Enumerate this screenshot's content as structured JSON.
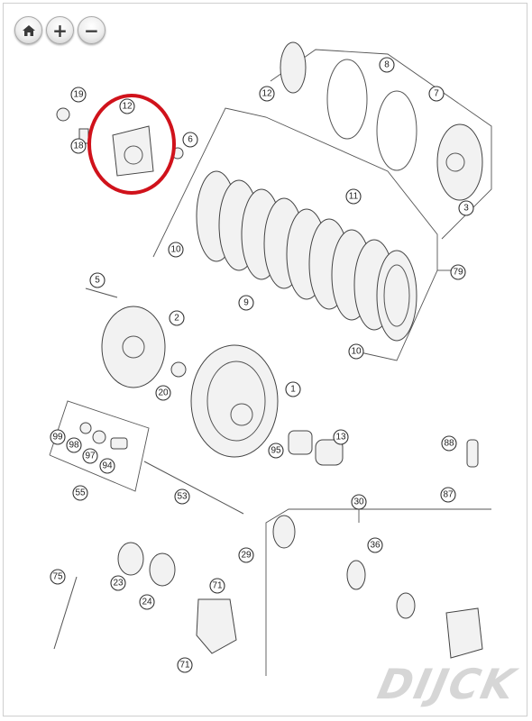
{
  "toolbar": {
    "buttons": [
      {
        "name": "home",
        "icon": "home-icon"
      },
      {
        "name": "zoom-in",
        "icon": "plus-icon",
        "glyph": "+"
      },
      {
        "name": "zoom-out",
        "icon": "minus-icon",
        "glyph": "−"
      }
    ]
  },
  "diagram": {
    "highlight_color": "#d0121b",
    "callouts": [
      "19",
      "12",
      "18",
      "6",
      "12",
      "8",
      "7",
      "3",
      "11",
      "10",
      "9",
      "79",
      "10",
      "5",
      "2",
      "20",
      "1",
      "99",
      "98",
      "97",
      "94",
      "95",
      "13",
      "88",
      "55",
      "53",
      "87",
      "30",
      "29",
      "36",
      "23",
      "24",
      "75",
      "71",
      "71"
    ]
  },
  "watermark": "DIJCK"
}
